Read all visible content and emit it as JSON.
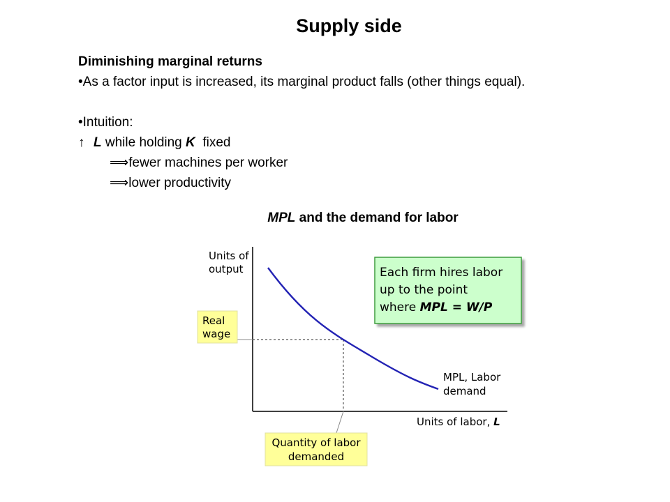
{
  "title": "Supply side",
  "bullets": {
    "heading": "Diminishing marginal returns",
    "point1": "•As a factor input is increased, its marginal product falls (other things equal).",
    "intuition": "•Intuition:",
    "line_l_sym": "↑",
    "line_l_var": "L",
    "line_l_mid": " while holding ",
    "line_l_k": "K",
    "line_l_end": "  fixed",
    "implies_sym": "⟹",
    "implies1": " fewer machines per worker",
    "implies2": " lower productivity"
  },
  "chart_title": {
    "var": "MPL",
    "rest": " and the demand for labor"
  },
  "chart": {
    "y_axis_label_line1": "Units of",
    "y_axis_label_line2": "output",
    "x_axis_label": "Units of labor, ",
    "x_axis_var": "L",
    "real_wage_line1": "Real",
    "real_wage_line2": "wage",
    "qty_line1": "Quantity of labor",
    "qty_line2": "demanded",
    "curve_label_line1": "MPL, Labor",
    "curve_label_line2": "demand",
    "callout_line1": "Each firm hires labor",
    "callout_line2": "up to the point",
    "callout_line3_pre": "where ",
    "callout_line3_eq": "MPL = W/P",
    "colors": {
      "curve": "#2323b4",
      "callout_fill": "#ccffcc",
      "callout_border": "#3e9b3e",
      "label_fill": "#ffff99"
    }
  },
  "chart_data": {
    "type": "line",
    "series": [],
    "xlabel": "Units of labor, L",
    "ylabel": "Units of output",
    "grid": false,
    "annotations": [
      "Real wage",
      "Quantity of labor demanded",
      "MPL, Labor demand",
      "Each firm hires labor up to the point where MPL = W/P"
    ]
  }
}
